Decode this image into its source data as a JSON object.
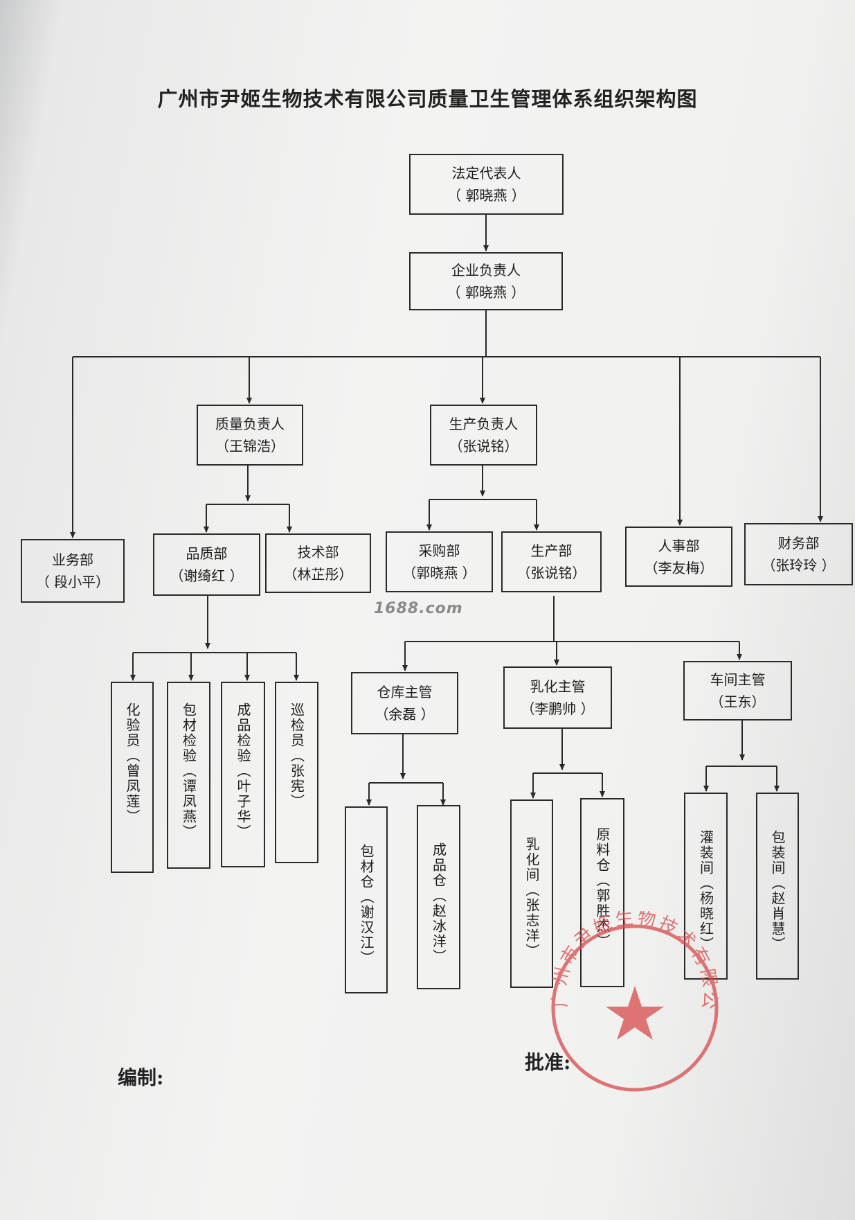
{
  "document": {
    "title": "广州市尹姬生物技术有限公司质量卫生管理体系组织架构图",
    "watermark": "1688.com",
    "compiled_label": "编制:",
    "approved_label": "批准:",
    "seal_text": "广州市尹姬生物技术有限公司"
  },
  "nodes": {
    "legal": {
      "role": "法定代表人",
      "name": "（   郭晓燕   ）"
    },
    "head": {
      "role": "企业负责人",
      "name": "（   郭晓燕 ）"
    },
    "quality_head": {
      "role": "质量负责人",
      "name": "（王锦浩）"
    },
    "production_head": {
      "role": "生产负责人",
      "name": "（张说铭）"
    },
    "business": {
      "role": "业务部",
      "name": "（ 段小平）"
    },
    "qc_dept": {
      "role": "品质部",
      "name": "（谢绮红 ）"
    },
    "tech_dept": {
      "role": "技术部",
      "name": "（林芷彤）"
    },
    "purchase": {
      "role": "采购部",
      "name": "（郭晓燕 ）"
    },
    "production_dept": {
      "role": "生产部",
      "name": "（张说铭）"
    },
    "hr": {
      "role": "人事部",
      "name": "（李友梅）"
    },
    "finance": {
      "role": "财务部",
      "name": "（张玲玲 ）"
    },
    "warehouse_mgr": {
      "role": "仓库主管",
      "name": "（余磊 ）"
    },
    "emulsify_mgr": {
      "role": "乳化主管",
      "name": "（李鹏帅 ）"
    },
    "workshop_mgr": {
      "role": "车间主管",
      "name": "（王东）"
    }
  },
  "vertical_nodes": {
    "lab_tester": {
      "role": "化验员",
      "name": "（曾凤莲）"
    },
    "pack_inspect": {
      "role": "包材检验",
      "name": "（谭凤燕）"
    },
    "product_inspect": {
      "role": "成品检验",
      "name": "（叶子华）"
    },
    "patrol_inspect": {
      "role": "巡检员",
      "name": "（张宪）"
    },
    "pack_store": {
      "role": "包材仓",
      "name": "（谢汉江）"
    },
    "product_store": {
      "role": "成品仓",
      "name": "（赵冰洋）"
    },
    "emulsify_room": {
      "role": "乳化间",
      "name": "（张志洋）"
    },
    "raw_store": {
      "role": "原料仓",
      "name": "（郭胜杰）"
    },
    "filling_room": {
      "role": "灌装间",
      "name": "（杨晓红）"
    },
    "packing_room": {
      "role": "包装间",
      "name": "（赵肖慧）"
    }
  },
  "colors": {
    "ink": "#2a2a2a",
    "seal": "#d84a4a",
    "paper": "#f2f2f1"
  }
}
